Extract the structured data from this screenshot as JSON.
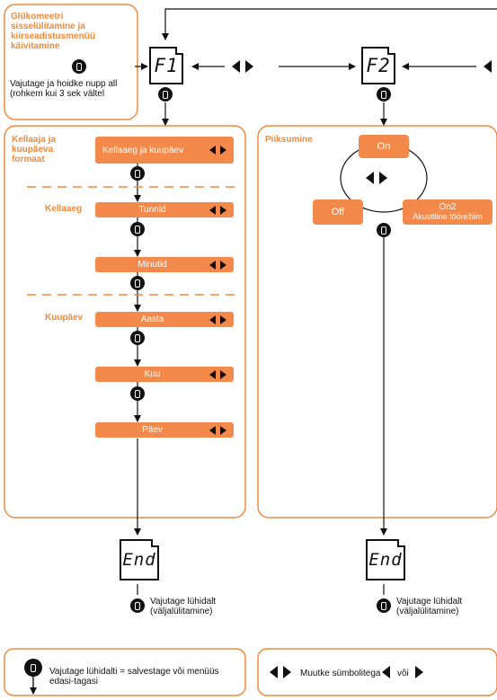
{
  "colors": {
    "accent": "#f3894a",
    "outline": "#f08a3c",
    "ink": "#111111"
  },
  "intro": {
    "title": "Glükomeetri sisselülitamine ja kiirseadistusmenüü käivitamine",
    "hold_text": "Vajutage ja hoidke nupp all (rohkem kui 3 sek vältel"
  },
  "displays": {
    "f1": "F1",
    "f2": "F2",
    "end_left": "End",
    "end_right": "End"
  },
  "left_panel": {
    "title": "Kellaaja ja kuupäeva formaat",
    "section_time": "Kellaaeg",
    "section_date": "Kuupäev",
    "items": [
      {
        "label": "Kellaaeg ja kuupäev"
      },
      {
        "label": "Tunnid"
      },
      {
        "label": "Minutid"
      },
      {
        "label": "Aasta"
      },
      {
        "label": "Kuu"
      },
      {
        "label": "Päev"
      }
    ]
  },
  "right_panel": {
    "title": "Piiksumine",
    "on_label": "On",
    "off_label": "Off",
    "on2_label": "On2",
    "on2_sub": "Akustiline töörežiim"
  },
  "end_left_text": "Vajutage lühidalt (väljalülitamine)",
  "end_right_text": "Vajutage lühidalt (väljalülitamine)",
  "legend": {
    "press_text": "Vajutage lühidalti = salvestage või menüüs edasi-tagasi",
    "change_text": "Muutke sümbolitega",
    "or_text": "või"
  },
  "icons": [
    "power-button-icon",
    "arrow-left-icon",
    "arrow-right-icon"
  ]
}
